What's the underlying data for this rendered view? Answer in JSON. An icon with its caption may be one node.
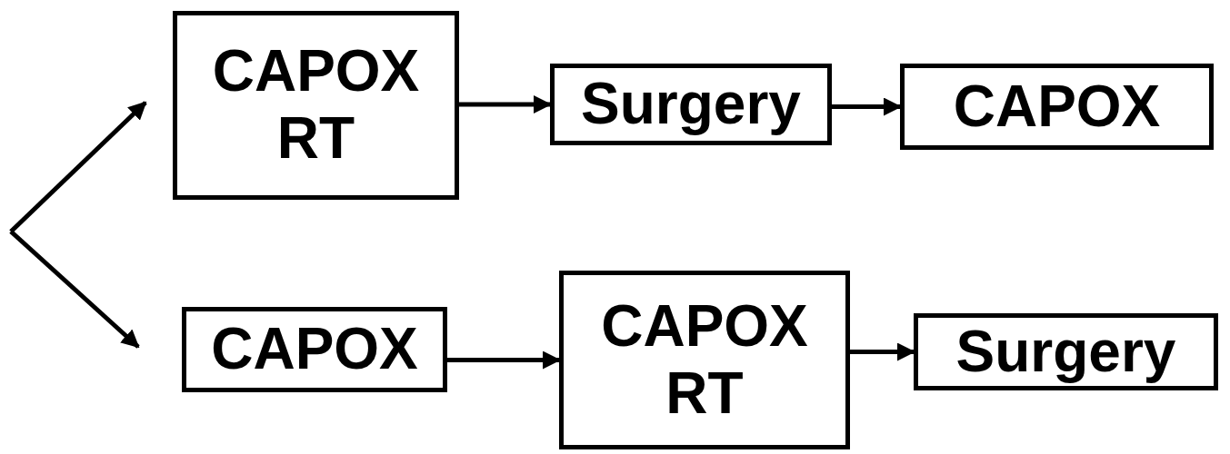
{
  "diagram": {
    "nodes": [
      {
        "text": [
          "CAPOX RT"
        ]
      },
      {
        "text": [
          "Surgery"
        ]
      },
      {
        "text": [
          "CAPOX"
        ]
      },
      {
        "text": [
          "CAPOX"
        ]
      },
      {
        "text": [
          "CAPOX RT"
        ]
      },
      {
        "text": [
          "Surgery"
        ]
      }
    ],
    "edges": [
      {
        "from": null,
        "to": 0,
        "arrow": "to"
      },
      {
        "from": null,
        "to": 3,
        "arrow": "to"
      },
      {
        "from": 0,
        "to": 1,
        "arrow": "to"
      },
      {
        "from": 1,
        "to": 2,
        "arrow": "to"
      },
      {
        "from": 3,
        "to": 4,
        "arrow": "to"
      },
      {
        "from": 4,
        "to": 5,
        "arrow": "to"
      }
    ]
  }
}
